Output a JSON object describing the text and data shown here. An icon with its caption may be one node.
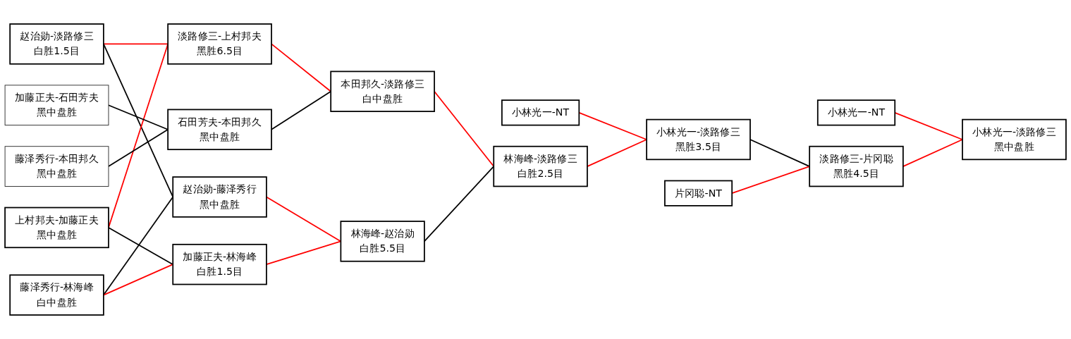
{
  "diagram": {
    "nodes": [
      {
        "text": [
          "赵治勋-淡路修三",
          "白胜1.5目"
        ]
      },
      {
        "text": [
          "上村邦夫-加藤正夫",
          "黑中盘胜"
        ]
      },
      {
        "text": [
          "加藤正夫-石田芳夫",
          "黑中盘胜"
        ]
      },
      {
        "text": [
          "藤泽秀行-本田邦久",
          "黑中盘胜"
        ]
      },
      {
        "text": [
          "藤泽秀行-林海峰",
          "白中盘胜"
        ]
      },
      {
        "text": [
          "淡路修三-上村邦夫",
          "黑胜6.5目"
        ]
      },
      {
        "text": [
          "石田芳夫-本田邦久",
          "黑中盘胜"
        ]
      },
      {
        "text": [
          "赵治勋-藤泽秀行",
          "黑中盘胜"
        ]
      },
      {
        "text": [
          "加藤正夫-林海峰",
          "白胜1.5目"
        ]
      },
      {
        "text": [
          "本田邦久-淡路修三",
          "白中盘胜"
        ]
      },
      {
        "text": [
          "林海峰-赵治勋",
          "白胜5.5目"
        ]
      },
      {
        "text": [
          "小林光一-NT"
        ]
      },
      {
        "text": [
          "林海峰-淡路修三",
          "白胜2.5目"
        ]
      },
      {
        "text": [
          "小林光一-淡路修三",
          "黑胜3.5目"
        ]
      },
      {
        "text": [
          "片冈聪-NT"
        ]
      },
      {
        "text": [
          "小林光一-NT"
        ]
      },
      {
        "text": [
          "淡路修三-片冈聪",
          "黑胜4.5目"
        ]
      },
      {
        "text": [
          "小林光一-淡路修三",
          "黑中盘胜"
        ]
      }
    ],
    "edges": [
      {
        "from": 0,
        "to": 5,
        "arrow": "none",
        "color": "#ff0000"
      },
      {
        "from": 0,
        "to": 7,
        "arrow": "none",
        "color": "#000000"
      },
      {
        "from": 1,
        "to": 5,
        "arrow": "none",
        "color": "#ff0000"
      },
      {
        "from": 1,
        "to": 8,
        "arrow": "none",
        "color": "#000000"
      },
      {
        "from": 2,
        "to": 6,
        "arrow": "none",
        "color": "#000000"
      },
      {
        "from": 3,
        "to": 6,
        "arrow": "none",
        "color": "#000000"
      },
      {
        "from": 4,
        "to": 7,
        "arrow": "none",
        "color": "#000000"
      },
      {
        "from": 4,
        "to": 8,
        "arrow": "none",
        "color": "#ff0000"
      },
      {
        "from": 5,
        "to": 9,
        "arrow": "none",
        "color": "#ff0000"
      },
      {
        "from": 6,
        "to": 9,
        "arrow": "none",
        "color": "#000000"
      },
      {
        "from": 7,
        "to": 10,
        "arrow": "none",
        "color": "#ff0000"
      },
      {
        "from": 8,
        "to": 10,
        "arrow": "none",
        "color": "#ff0000"
      },
      {
        "from": 9,
        "to": 12,
        "arrow": "none",
        "color": "#ff0000"
      },
      {
        "from": 10,
        "to": 12,
        "arrow": "none",
        "color": "#000000"
      },
      {
        "from": 11,
        "to": 13,
        "arrow": "none",
        "color": "#ff0000"
      },
      {
        "from": 12,
        "to": 13,
        "arrow": "none",
        "color": "#ff0000"
      },
      {
        "from": 13,
        "to": 16,
        "arrow": "none",
        "color": "#000000"
      },
      {
        "from": 14,
        "to": 16,
        "arrow": "none",
        "color": "#ff0000"
      },
      {
        "from": 15,
        "to": 17,
        "arrow": "none",
        "color": "#ff0000"
      },
      {
        "from": 16,
        "to": 17,
        "arrow": "none",
        "color": "#ff0000"
      }
    ]
  }
}
